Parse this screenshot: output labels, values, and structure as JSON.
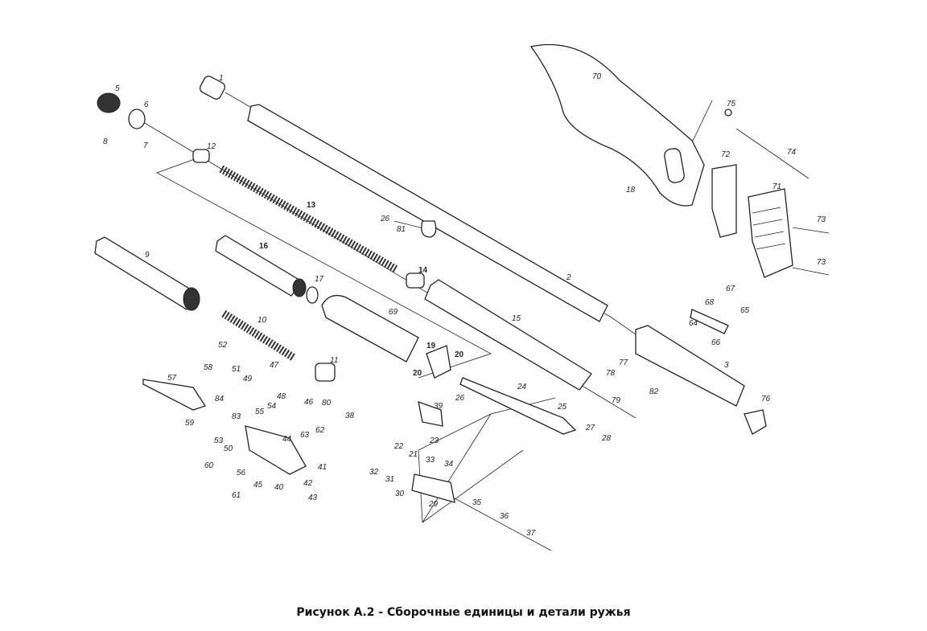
{
  "figure": {
    "caption": "Рисунок А.2 - Сборочные единицы и детали ружья",
    "part_labels": [
      "1",
      "5",
      "6",
      "8",
      "7",
      "12",
      "70",
      "75",
      "74",
      "72",
      "71",
      "18",
      "73",
      "73",
      "26",
      "81",
      "13",
      "16",
      "17",
      "14",
      "9",
      "2",
      "69",
      "15",
      "67",
      "68",
      "65",
      "64",
      "66",
      "3",
      "10",
      "11",
      "19",
      "20",
      "20",
      "52",
      "58",
      "51",
      "47",
      "57",
      "49",
      "48",
      "84",
      "46",
      "80",
      "55",
      "54",
      "59",
      "83",
      "38",
      "53",
      "63",
      "62",
      "44",
      "50",
      "41",
      "60",
      "56",
      "45",
      "40",
      "42",
      "43",
      "61",
      "77",
      "78",
      "79",
      "82",
      "76",
      "24",
      "26",
      "25",
      "39",
      "27",
      "28",
      "23",
      "22",
      "21",
      "33",
      "34",
      "32",
      "31",
      "30",
      "29",
      "35",
      "36",
      "37"
    ]
  }
}
